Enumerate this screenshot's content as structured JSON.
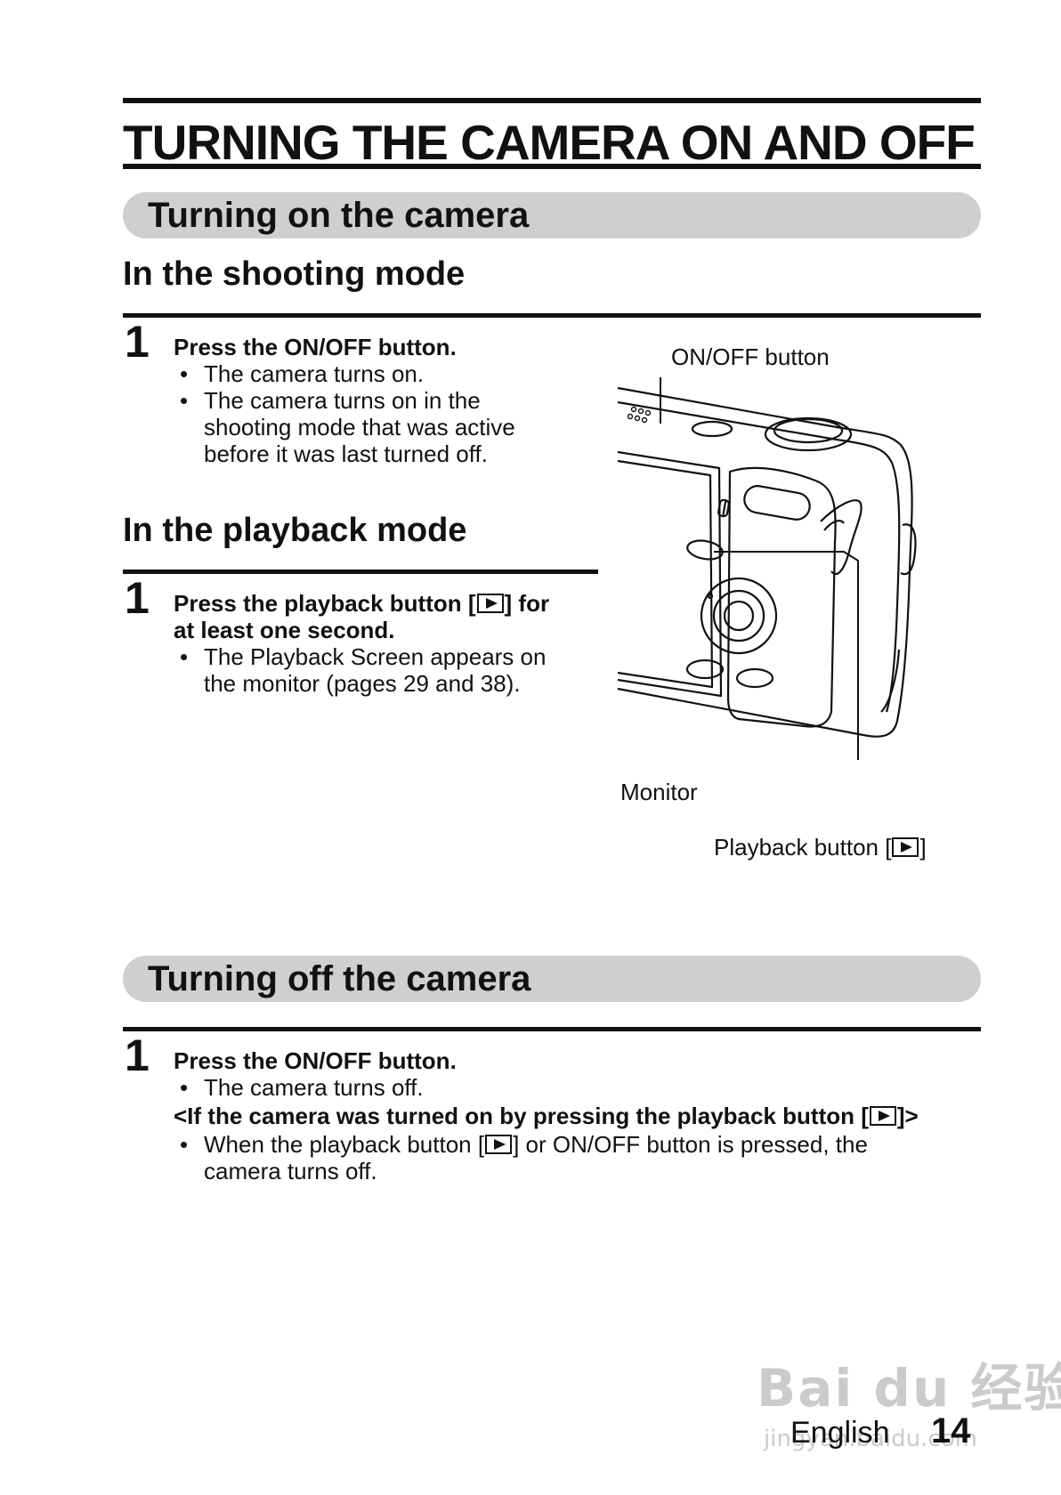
{
  "title": "TURNING THE CAMERA ON AND OFF",
  "section_on": {
    "heading": "Turning on the camera",
    "shooting": {
      "heading": "In the shooting mode",
      "step_number": "1",
      "instruction": "Press the ON/OFF button.",
      "bullets": [
        "The camera turns on.",
        "The camera turns on in the",
        "shooting mode that was active",
        "before it was last turned off."
      ]
    },
    "playback": {
      "heading": "In the playback mode",
      "step_number": "1",
      "instruction_part1": "Press the playback button [",
      "instruction_part2": "] for",
      "instruction_line2": "at least one second.",
      "bullets": [
        "The Playback Screen appears on",
        "the monitor (pages 29 and 38)."
      ]
    }
  },
  "diagram": {
    "label_onoff": "ON/OFF button",
    "label_monitor": "Monitor",
    "label_playback_part1": "Playback button [",
    "label_playback_part2": "]"
  },
  "section_off": {
    "heading": "Turning off the camera",
    "step_number": "1",
    "instruction": "Press the ON/OFF button.",
    "bullet1": "The camera turns off.",
    "note_part1": "<If the camera was turned on by pressing the playback button [",
    "note_part2": "]>",
    "bullet2_part1": "When the playback button [",
    "bullet2_part2": "] or ON/OFF button is pressed, the",
    "bullet2_line2": "camera turns off."
  },
  "footer": {
    "language": "English",
    "page_number": "14"
  },
  "watermark": {
    "line1": "Bai du 经验",
    "line2": "jingyan.baidu.com"
  },
  "icons": {
    "playback": "playback-triangle-icon"
  }
}
